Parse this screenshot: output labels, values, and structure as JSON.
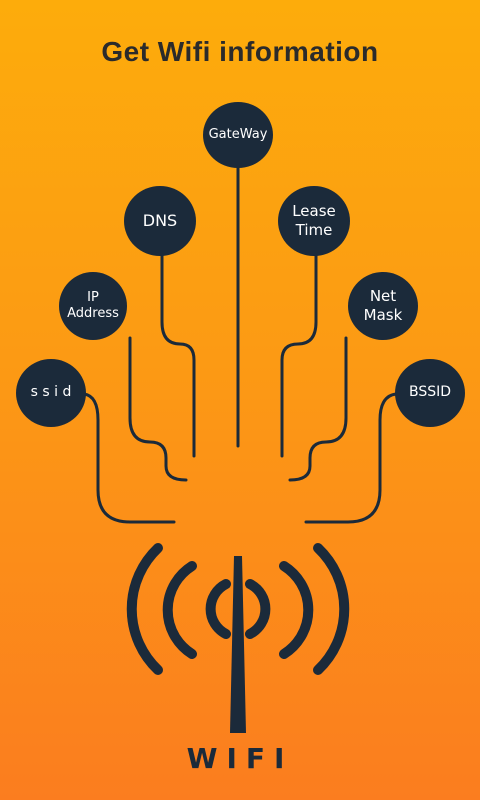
{
  "app": {
    "title": "Get Wifi information"
  },
  "nodes": {
    "gateway": "GateWay",
    "dns": "DNS",
    "lease_time": "Lease\nTime",
    "ip_address": "IP\nAddress",
    "net_mask": "Net\nMask",
    "ssid": "s s i d",
    "bssid": "BSSID"
  },
  "footer": {
    "wifi_label": "WIFI"
  },
  "colors": {
    "node_bg": "#1b2a3a",
    "gradient_top": "#fdac0b",
    "gradient_bottom": "#fb7d1f"
  },
  "icons": {
    "wifi": "wifi-signal-icon"
  }
}
